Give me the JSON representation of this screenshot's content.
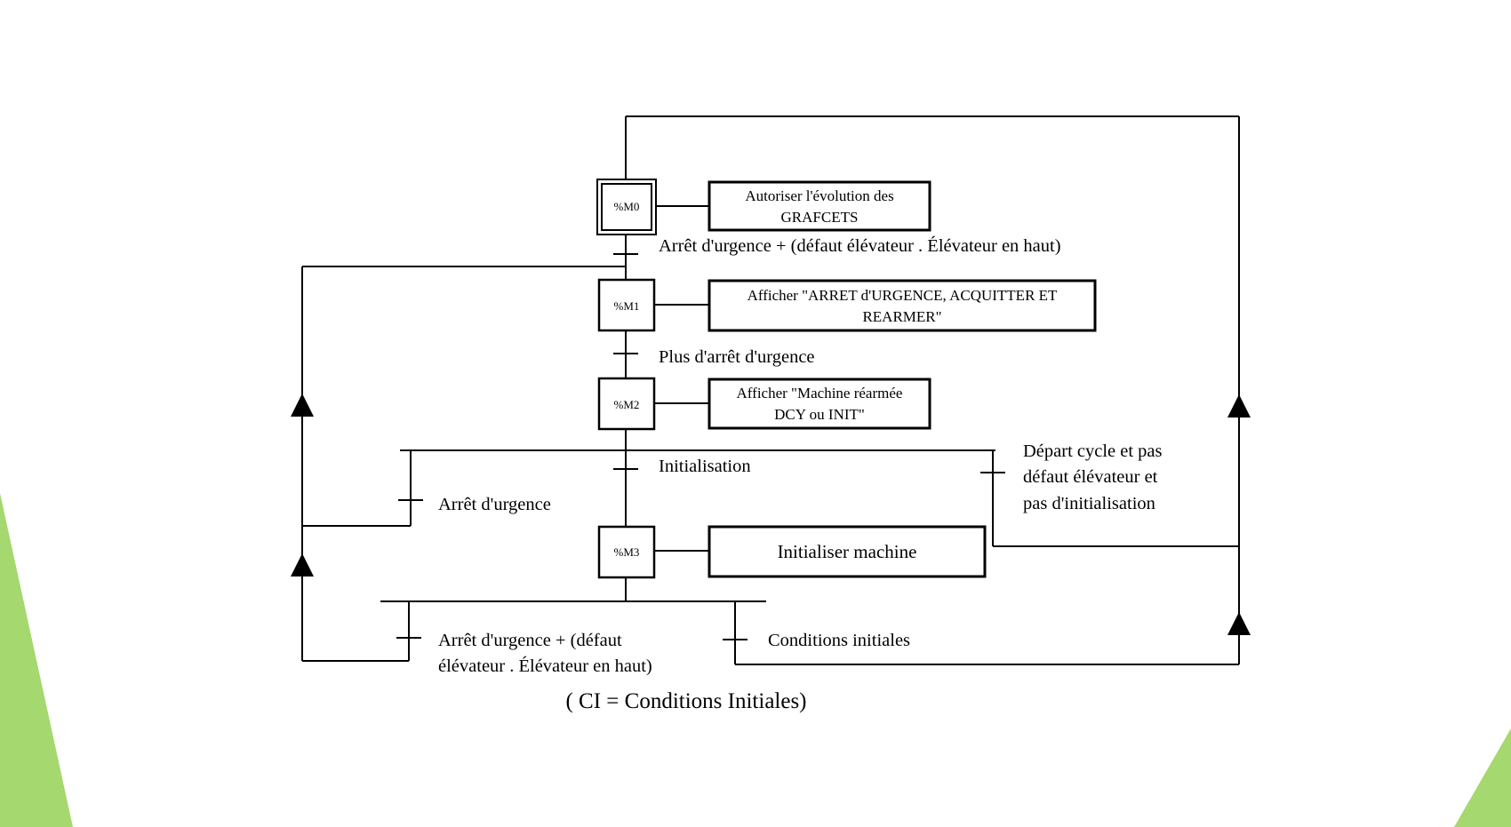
{
  "colors": {
    "accent_green": "#a5d86f",
    "line": "#000000",
    "background": "#ffffff"
  },
  "steps": [
    {
      "label": "%M0",
      "initial": true
    },
    {
      "label": "%M1",
      "initial": false
    },
    {
      "label": "%M2",
      "initial": false
    },
    {
      "label": "%M3",
      "initial": false
    }
  ],
  "actions": {
    "m0": [
      "Autoriser l'évolution des",
      "GRAFCETS"
    ],
    "m1": [
      "Afficher \"ARRET d'URGENCE, ACQUITTER ET",
      "REARMER\""
    ],
    "m2": [
      "Afficher \"Machine réarmée",
      "DCY ou INIT\""
    ],
    "m3": [
      "Initialiser machine"
    ]
  },
  "transitions": {
    "t0": "Arrêt d'urgence + (défaut élévateur . Élévateur en haut)",
    "t1": "Plus d'arrêt d'urgence",
    "t2_init": "Initialisation",
    "t2_emergency": "Arrêt d'urgence",
    "t2_cycle": [
      "Départ cycle et pas",
      "défaut élévateur et",
      "pas d'initialisation"
    ],
    "t3_emergency": [
      "Arrêt d'urgence + (défaut",
      "élévateur . Élévateur en haut)"
    ],
    "t3_conditions": "Conditions initiales"
  },
  "caption": "( CI = Conditions Initiales)"
}
